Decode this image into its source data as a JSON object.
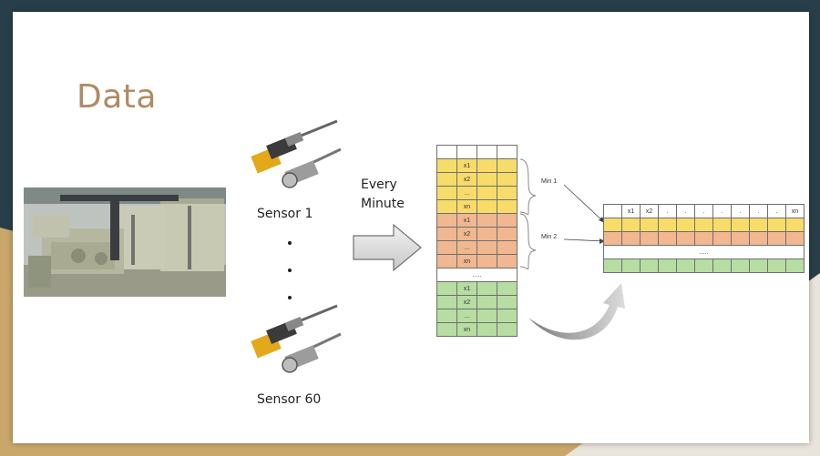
{
  "title": "Data",
  "sensors": {
    "first_label": "Sensor 1",
    "last_label": "Sensor 60"
  },
  "arrow_label": {
    "line1": "Every",
    "line2": "Minute"
  },
  "braces": {
    "min1": "Min 1",
    "min2": "Min 2"
  },
  "sample_table": {
    "groups": [
      {
        "color": "#f7dc69",
        "rows": [
          "x1",
          "x2",
          "...",
          "xn"
        ]
      },
      {
        "color": "#f0b791",
        "rows": [
          "x1",
          "x2",
          "...",
          "xn"
        ]
      },
      {
        "gap": "....."
      },
      {
        "color": "#b7dda2",
        "rows": [
          "x1",
          "x2",
          "...",
          "xn"
        ]
      }
    ]
  },
  "minute_table": {
    "header": [
      "",
      "x1",
      "x2",
      ".",
      ".",
      ".",
      ".",
      ".",
      ".",
      ".",
      "xn"
    ],
    "gap": "....."
  },
  "colors": {
    "title": "#b08a63",
    "background": "#283f4a",
    "accent": "#c9a76a"
  },
  "icons": [
    "industrial-plant-photo",
    "proximity-sensor-icon",
    "big-right-arrow-icon",
    "curved-arrow-icon"
  ]
}
